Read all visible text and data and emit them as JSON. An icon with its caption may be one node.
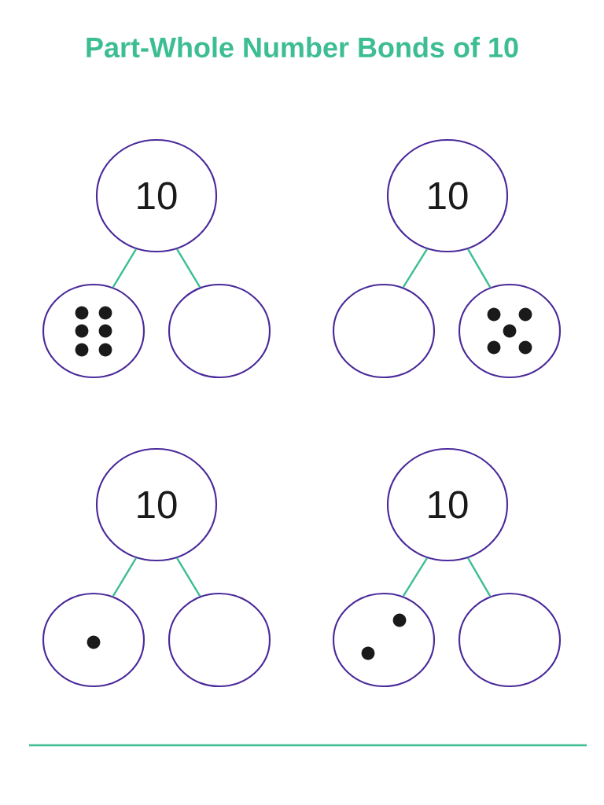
{
  "diagram": {
    "title": "Part-Whole Number Bonds of 10",
    "nodes": [
      {
        "text": [
          "10"
        ]
      },
      {
        "text": [],
        "shape": "circle"
      },
      {
        "text": [],
        "shape": "circle"
      },
      {
        "text": [
          "10"
        ]
      },
      {
        "text": [],
        "shape": "circle"
      },
      {
        "text": [],
        "shape": "circle"
      },
      {
        "text": [
          "10"
        ]
      },
      {
        "text": [],
        "shape": "circle"
      },
      {
        "text": [],
        "shape": "circle"
      },
      {
        "text": [
          "10"
        ]
      },
      {
        "text": [],
        "shape": "circle"
      },
      {
        "text": [],
        "shape": "circle"
      }
    ],
    "edges": [
      {
        "from": 0,
        "to": 1,
        "arrow": "none"
      },
      {
        "from": 0,
        "to": 2,
        "arrow": "none"
      },
      {
        "from": 3,
        "to": 4,
        "arrow": "none"
      },
      {
        "from": 3,
        "to": 5,
        "arrow": "none"
      },
      {
        "from": 6,
        "to": 7,
        "arrow": "none"
      },
      {
        "from": 6,
        "to": 8,
        "arrow": "none"
      },
      {
        "from": 9,
        "to": 10,
        "arrow": "none"
      },
      {
        "from": 9,
        "to": 11,
        "arrow": "none"
      }
    ]
  }
}
